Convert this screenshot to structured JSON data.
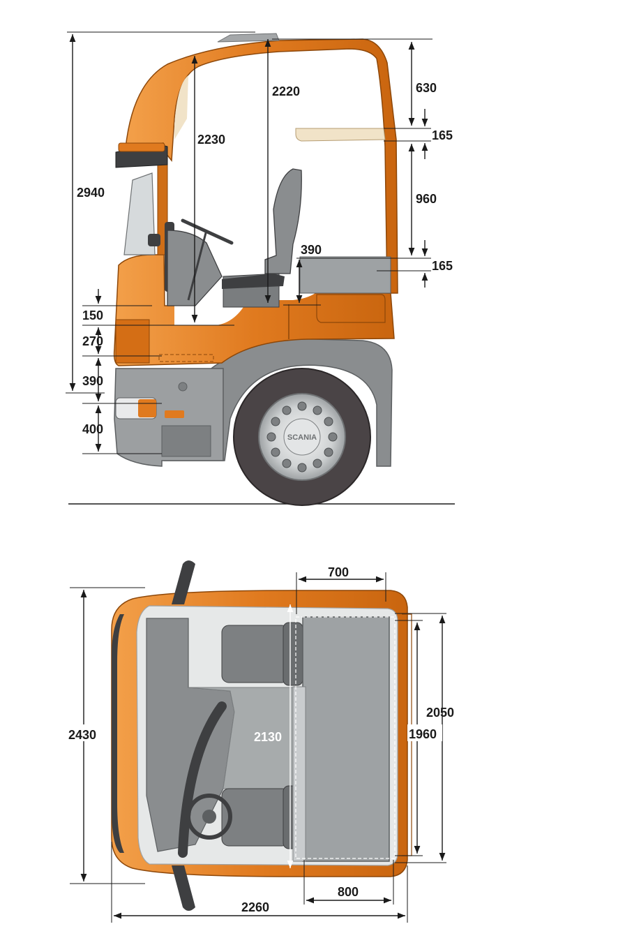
{
  "side_view": {
    "dimensions": {
      "total_height": "2940",
      "interior_height_front": "2230",
      "interior_height_rear": "2220",
      "roof_to_shelf": "630",
      "shelf_thickness": "165",
      "shelf_to_bunk": "960",
      "bunk_thickness": "165",
      "bunk_length": "390",
      "step_1": "150",
      "step_2": "270",
      "step_3": "390",
      "step_4": "400"
    },
    "wheel_hub_logo": "SCANIA"
  },
  "top_view": {
    "dimensions": {
      "cab_length_side": "2430",
      "interior_length": "2130",
      "bunk_depth_top": "700",
      "bunk_depth_bottom": "800",
      "bunk_width_outer": "2050",
      "bunk_width_inner": "1960",
      "overall_width": "2260"
    }
  },
  "colors": {
    "cab_orange": "#e07a1f",
    "cab_orange_light": "#f0a04b",
    "chassis_grey": "#8a8d8f",
    "interior_grey": "#b7bbbc",
    "tyre": "#4a4446"
  }
}
